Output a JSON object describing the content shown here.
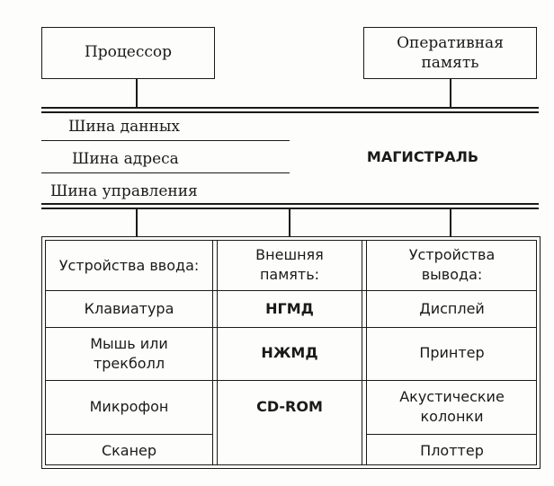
{
  "processor": "Процессор",
  "ram": "Оперативная\nпамять",
  "bus": {
    "data": "Шина данных",
    "address": "Шина адреса",
    "control": "Шина управления",
    "title": "МАГИСТРАЛЬ"
  },
  "columns": {
    "input": {
      "header": "Устройства ввода:",
      "items": [
        "Клавиатура",
        "Мышь или\nтрекболл",
        "Микрофон",
        "Сканер"
      ]
    },
    "storage": {
      "header": "Внешняя\nпамять:",
      "items": [
        "НГМД",
        "НЖМД",
        "CD-ROM"
      ]
    },
    "output": {
      "header": "Устройства\nвывода:",
      "items": [
        "Дисплей",
        "Принтер",
        "Акустические\nколонки",
        "Плоттер"
      ]
    }
  }
}
